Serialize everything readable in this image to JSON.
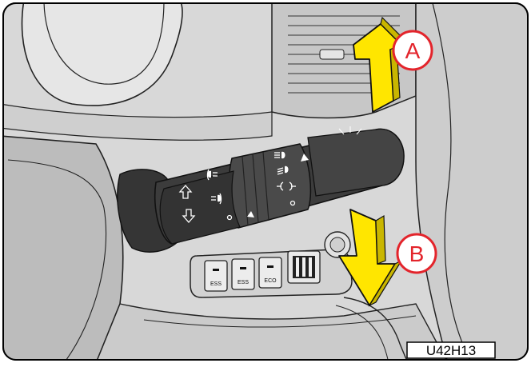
{
  "callouts": {
    "a": {
      "label": "A",
      "direction": "up"
    },
    "b": {
      "label": "B",
      "direction": "down"
    }
  },
  "switch_panel": {
    "buttons": [
      {
        "label": "ESS"
      },
      {
        "label": "ESS"
      },
      {
        "label": "ECO"
      }
    ]
  },
  "figure_code": "U42H13",
  "colors": {
    "panel_gray": "#d6d6d6",
    "dash_dark": "#bdbdbd",
    "stalk_dark": "#3b3b3b",
    "arrow_yellow": "#ffe600",
    "callout_red": "#e3242b"
  },
  "icons": {
    "headlight_low": "headlight-low-icon",
    "headlight_high": "headlight-high-icon",
    "parking_lights": "parking-lights-icon",
    "front_fog": "front-fog-icon",
    "rear_fog": "rear-fog-icon",
    "turn_up": "turn-signal-up-icon",
    "turn_down": "turn-signal-down-icon"
  }
}
